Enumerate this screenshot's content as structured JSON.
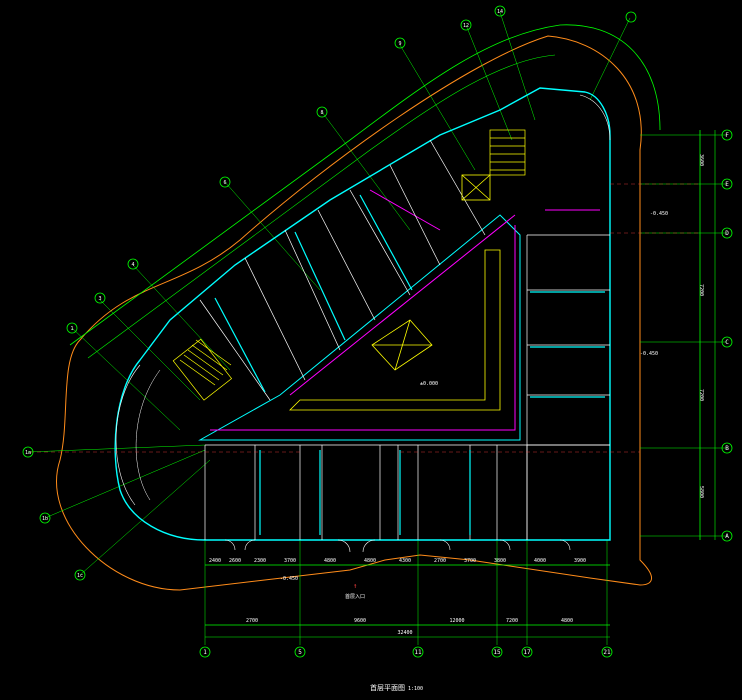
{
  "drawing": {
    "colors": {
      "wall": "#ffffff",
      "corridor": "#00ffff",
      "dim": "#00ff00",
      "outline": "#ff8c1a",
      "accent": "#ff00ff",
      "stair": "#ffff00",
      "tick": "#ff4040"
    },
    "axis_bubbles_bottom": [
      "1",
      "5",
      "11",
      "15",
      "17",
      "21"
    ],
    "axis_bubbles_right": [
      "A",
      "B",
      "C",
      "D",
      "E",
      "F"
    ],
    "axis_bubbles_diagonal": [
      "1",
      "3",
      "4",
      "6",
      "8",
      "9",
      "12",
      "14"
    ],
    "axis_bubbles_left": [
      "1a",
      "1b",
      "1c"
    ],
    "dims_bottom_row": [
      "2400",
      "2600",
      "2300",
      "3700",
      "4800",
      "4800",
      "4300",
      "2700",
      "3700",
      "3800",
      "4000",
      "3900"
    ],
    "dims_bottom_total": [
      "2700",
      "9600",
      "12000",
      "7200",
      "4800"
    ],
    "dims_bottom_overall": "32400",
    "dims_right": [
      "3600",
      "7200",
      "7200",
      "5800"
    ],
    "elevations": [
      "-0.450",
      "-0.450",
      "±0.000",
      "-0.450"
    ],
    "north_label": "↑",
    "caption": "首层平面图",
    "caption_scale": "1:100",
    "subcaption": "首层入口"
  }
}
